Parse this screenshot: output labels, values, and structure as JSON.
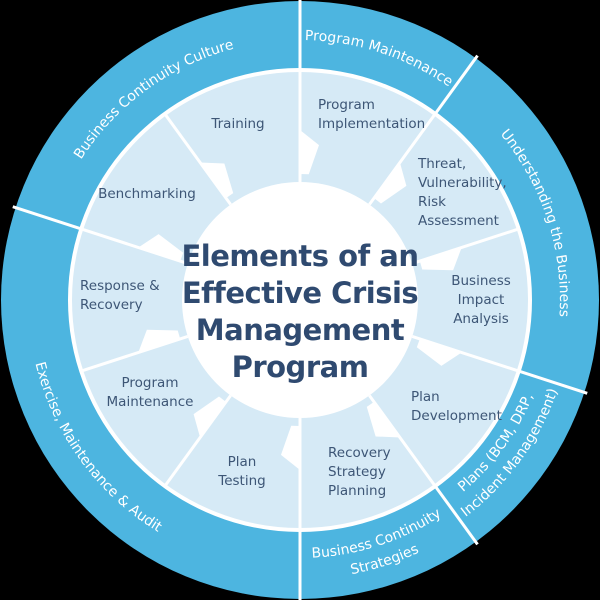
{
  "title_lines": [
    "Elements of an",
    "Effective Crisis",
    "Management",
    "Program"
  ],
  "colors": {
    "outer_ring": "#4db5e0",
    "inner_ring": "#d6eaf6",
    "text": "#3d5676",
    "title": "#2f4a70"
  },
  "outer_sections": [
    {
      "lines": [
        "Program Maintenance"
      ]
    },
    {
      "lines": [
        "Understanding the Business"
      ]
    },
    {
      "lines": [
        "Plans (BCM, DRP,",
        "Incident Management)"
      ]
    },
    {
      "lines": [
        "Business Continuity",
        "Strategies"
      ]
    },
    {
      "lines": [
        "Exercise, Maintenance & Audit"
      ]
    },
    {
      "lines": [
        "Business Continuity Culture"
      ]
    }
  ],
  "inner_elements": [
    {
      "lines": [
        "Program",
        "Implementation"
      ]
    },
    {
      "lines": [
        "Threat,",
        "Vulnerability,",
        "Risk",
        "Assessment"
      ]
    },
    {
      "lines": [
        "Business",
        "Impact",
        "Analysis"
      ]
    },
    {
      "lines": [
        "Plan",
        "Development"
      ]
    },
    {
      "lines": [
        "Recovery",
        "Strategy",
        "Planning"
      ]
    },
    {
      "lines": [
        "Plan",
        "Testing"
      ]
    },
    {
      "lines": [
        "Program",
        "Maintenance"
      ]
    },
    {
      "lines": [
        "Response &",
        "Recovery"
      ]
    },
    {
      "lines": [
        "Benchmarking"
      ]
    },
    {
      "lines": [
        "Training"
      ]
    }
  ]
}
